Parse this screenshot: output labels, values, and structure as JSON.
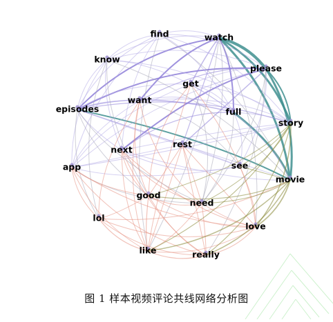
{
  "caption": "图 1 样本视频评论共线网络分析图",
  "palette": {
    "purple": "#8e7fd8",
    "lavender": "#b3a9e6",
    "teal": "#3f8f8f",
    "salmon": "#e58f7f",
    "olive": "#8a8a3a",
    "grey": "#a8a8b8"
  },
  "network": {
    "nodes": [
      {
        "id": "find",
        "label": "find"
      },
      {
        "id": "watch",
        "label": "watch"
      },
      {
        "id": "know",
        "label": "know"
      },
      {
        "id": "please",
        "label": "please"
      },
      {
        "id": "get",
        "label": "get"
      },
      {
        "id": "want",
        "label": "want"
      },
      {
        "id": "episodes",
        "label": "episodes"
      },
      {
        "id": "full",
        "label": "full"
      },
      {
        "id": "story",
        "label": "story"
      },
      {
        "id": "rest",
        "label": "rest"
      },
      {
        "id": "next",
        "label": "next"
      },
      {
        "id": "see",
        "label": "see"
      },
      {
        "id": "app",
        "label": "app"
      },
      {
        "id": "movie",
        "label": "movie"
      },
      {
        "id": "good",
        "label": "good"
      },
      {
        "id": "need",
        "label": "need"
      },
      {
        "id": "lol",
        "label": "lol"
      },
      {
        "id": "love",
        "label": "love"
      },
      {
        "id": "like",
        "label": "like"
      },
      {
        "id": "really",
        "label": "really"
      }
    ],
    "edges": [
      [
        "watch",
        "please",
        "teal",
        4
      ],
      [
        "watch",
        "story",
        "teal",
        3
      ],
      [
        "watch",
        "movie",
        "teal",
        3
      ],
      [
        "please",
        "movie",
        "teal",
        3
      ],
      [
        "full",
        "movie",
        "teal",
        3
      ],
      [
        "please",
        "story",
        "teal",
        2
      ],
      [
        "episodes",
        "movie",
        "teal",
        2
      ],
      [
        "watch",
        "full",
        "purple",
        2
      ],
      [
        "watch",
        "episodes",
        "purple",
        2
      ],
      [
        "watch",
        "want",
        "purple",
        2
      ],
      [
        "episodes",
        "please",
        "purple",
        2
      ],
      [
        "next",
        "please",
        "purple",
        2
      ],
      [
        "rest",
        "please",
        "purple",
        1.5
      ],
      [
        "episodes",
        "full",
        "purple",
        1.5
      ],
      [
        "watch",
        "get",
        "purple",
        1.5
      ],
      [
        "watch",
        "rest",
        "purple",
        1.2
      ],
      [
        "want",
        "please",
        "purple",
        1.2
      ],
      [
        "episodes",
        "rest",
        "purple",
        1.2
      ],
      [
        "episodes",
        "story",
        "purple",
        1.2
      ],
      [
        "next",
        "full",
        "purple",
        1.2
      ],
      [
        "want",
        "episodes",
        "lavender",
        1
      ],
      [
        "find",
        "watch",
        "lavender",
        1
      ],
      [
        "find",
        "know",
        "lavender",
        1
      ],
      [
        "find",
        "episodes",
        "lavender",
        1
      ],
      [
        "find",
        "please",
        "lavender",
        1
      ],
      [
        "find",
        "app",
        "lavender",
        1
      ],
      [
        "find",
        "story",
        "lavender",
        1
      ],
      [
        "find",
        "next",
        "lavender",
        1
      ],
      [
        "know",
        "watch",
        "lavender",
        1
      ],
      [
        "know",
        "episodes",
        "lavender",
        1
      ],
      [
        "know",
        "please",
        "lavender",
        1
      ],
      [
        "know",
        "app",
        "lavender",
        1
      ],
      [
        "know",
        "story",
        "lavender",
        1
      ],
      [
        "know",
        "next",
        "lavender",
        1
      ],
      [
        "get",
        "episodes",
        "lavender",
        1
      ],
      [
        "get",
        "please",
        "lavender",
        1
      ],
      [
        "get",
        "app",
        "lavender",
        1
      ],
      [
        "get",
        "movie",
        "lavender",
        1
      ],
      [
        "want",
        "app",
        "lavender",
        1
      ],
      [
        "want",
        "full",
        "lavender",
        1
      ],
      [
        "want",
        "story",
        "lavender",
        1
      ],
      [
        "app",
        "please",
        "lavender",
        1
      ],
      [
        "app",
        "story",
        "lavender",
        1
      ],
      [
        "app",
        "rest",
        "lavender",
        1
      ],
      [
        "app",
        "see",
        "lavender",
        1
      ],
      [
        "episodes",
        "see",
        "lavender",
        1
      ],
      [
        "episodes",
        "next",
        "lavender",
        1
      ],
      [
        "next",
        "story",
        "lavender",
        1
      ],
      [
        "next",
        "movie",
        "lavender",
        1
      ],
      [
        "rest",
        "story",
        "lavender",
        1
      ],
      [
        "rest",
        "movie",
        "lavender",
        1
      ],
      [
        "see",
        "please",
        "lavender",
        1
      ],
      [
        "full",
        "story",
        "lavender",
        1
      ],
      [
        "find",
        "movie",
        "grey",
        1
      ],
      [
        "know",
        "movie",
        "grey",
        1
      ],
      [
        "watch",
        "need",
        "grey",
        1
      ],
      [
        "please",
        "need",
        "grey",
        1
      ],
      [
        "get",
        "need",
        "grey",
        1
      ],
      [
        "want",
        "see",
        "grey",
        1
      ],
      [
        "app",
        "need",
        "grey",
        1
      ],
      [
        "good",
        "episodes",
        "grey",
        1
      ],
      [
        "lol",
        "episodes",
        "grey",
        1
      ],
      [
        "love",
        "watch",
        "grey",
        1
      ],
      [
        "like",
        "watch",
        "grey",
        1
      ],
      [
        "really",
        "please",
        "grey",
        1
      ],
      [
        "find",
        "like",
        "grey",
        1
      ],
      [
        "know",
        "good",
        "grey",
        1
      ],
      [
        "lol",
        "know",
        "grey",
        1
      ],
      [
        "lol",
        "app",
        "salmon",
        1
      ],
      [
        "lol",
        "like",
        "salmon",
        1.2
      ],
      [
        "lol",
        "really",
        "salmon",
        1
      ],
      [
        "lol",
        "love",
        "salmon",
        1
      ],
      [
        "lol",
        "good",
        "salmon",
        1
      ],
      [
        "lol",
        "want",
        "salmon",
        1
      ],
      [
        "lol",
        "movie",
        "salmon",
        1
      ],
      [
        "like",
        "good",
        "salmon",
        1.2
      ],
      [
        "like",
        "really",
        "salmon",
        1.2
      ],
      [
        "like",
        "love",
        "salmon",
        1
      ],
      [
        "like",
        "app",
        "salmon",
        1
      ],
      [
        "like",
        "next",
        "salmon",
        1
      ],
      [
        "like",
        "want",
        "salmon",
        1
      ],
      [
        "like",
        "get",
        "salmon",
        1
      ],
      [
        "like",
        "rest",
        "salmon",
        1
      ],
      [
        "like",
        "need",
        "salmon",
        1
      ],
      [
        "good",
        "need",
        "salmon",
        1
      ],
      [
        "good",
        "love",
        "salmon",
        1
      ],
      [
        "good",
        "app",
        "salmon",
        1
      ],
      [
        "good",
        "next",
        "salmon",
        1
      ],
      [
        "good",
        "rest",
        "salmon",
        1
      ],
      [
        "good",
        "get",
        "salmon",
        1
      ],
      [
        "good",
        "want",
        "salmon",
        1
      ],
      [
        "good",
        "really",
        "salmon",
        1
      ],
      [
        "need",
        "love",
        "salmon",
        1
      ],
      [
        "need",
        "really",
        "salmon",
        1
      ],
      [
        "need",
        "want",
        "salmon",
        1
      ],
      [
        "need",
        "next",
        "salmon",
        1
      ],
      [
        "need",
        "rest",
        "salmon",
        1
      ],
      [
        "really",
        "love",
        "salmon",
        1
      ],
      [
        "really",
        "app",
        "salmon",
        1
      ],
      [
        "really",
        "next",
        "salmon",
        1
      ],
      [
        "really",
        "rest",
        "salmon",
        1
      ],
      [
        "love",
        "app",
        "salmon",
        1
      ],
      [
        "love",
        "next",
        "salmon",
        1
      ],
      [
        "love",
        "rest",
        "salmon",
        1
      ],
      [
        "love",
        "get",
        "salmon",
        1
      ],
      [
        "love",
        "see",
        "salmon",
        1
      ],
      [
        "love",
        "movie",
        "olive",
        1.8
      ],
      [
        "love",
        "story",
        "olive",
        1.5
      ],
      [
        "like",
        "movie",
        "olive",
        1.5
      ],
      [
        "like",
        "story",
        "olive",
        1.2
      ],
      [
        "really",
        "movie",
        "olive",
        1.5
      ],
      [
        "really",
        "story",
        "olive",
        1.2
      ],
      [
        "good",
        "movie",
        "olive",
        1.2
      ],
      [
        "good",
        "story",
        "olive",
        1
      ],
      [
        "need",
        "movie",
        "olive",
        1
      ],
      [
        "need",
        "story",
        "olive",
        1
      ],
      [
        "see",
        "movie",
        "olive",
        1
      ],
      [
        "see",
        "story",
        "olive",
        1
      ],
      [
        "full",
        "see",
        "lavender",
        1
      ],
      [
        "get",
        "full",
        "lavender",
        1
      ],
      [
        "get",
        "story",
        "lavender",
        1
      ],
      [
        "rest",
        "see",
        "lavender",
        1
      ],
      [
        "next",
        "see",
        "lavender",
        1
      ],
      [
        "episodes",
        "need",
        "grey",
        1
      ],
      [
        "full",
        "need",
        "grey",
        1
      ],
      [
        "find",
        "full",
        "lavender",
        1
      ],
      [
        "know",
        "full",
        "lavender",
        1
      ]
    ]
  }
}
